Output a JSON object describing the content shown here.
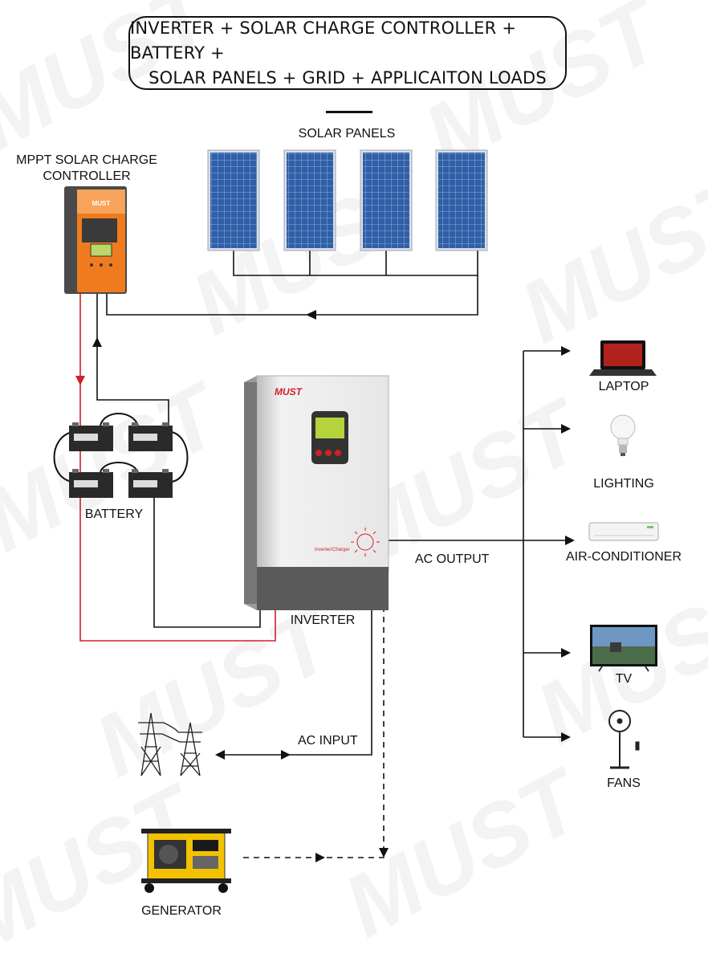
{
  "header": {
    "title_line1": "INVERTER + SOLAR CHARGE CONTROLLER + BATTERY +",
    "title_line2": "SOLAR PANELS + GRID + APPLICAITON LOADS"
  },
  "brand": {
    "watermark": "MUST",
    "logo": "MUST"
  },
  "labels": {
    "solar_panels": "SOLAR PANELS",
    "mppt_line1": "MPPT SOLAR CHARGE",
    "mppt_line2": "CONTROLLER",
    "battery": "BATTERY",
    "inverter": "INVERTER",
    "ac_output": "AC OUTPUT",
    "ac_input": "AC INPUT",
    "generator": "GENERATOR"
  },
  "inverter_face_text": "Inverter/Charger",
  "loads": [
    {
      "label": "LAPTOP",
      "icon": "laptop-icon"
    },
    {
      "label": "LIGHTING",
      "icon": "light-bulb-icon"
    },
    {
      "label": "AIR-CONDITIONER",
      "icon": "air-conditioner-icon"
    },
    {
      "label": "TV",
      "icon": "tv-icon"
    },
    {
      "label": "FANS",
      "icon": "fan-icon"
    }
  ],
  "colors": {
    "dc_positive_wire": "#d21f26",
    "wire": "#111111",
    "controller_accent": "#f07b1f",
    "panel_blue": "#2f5fa8"
  }
}
